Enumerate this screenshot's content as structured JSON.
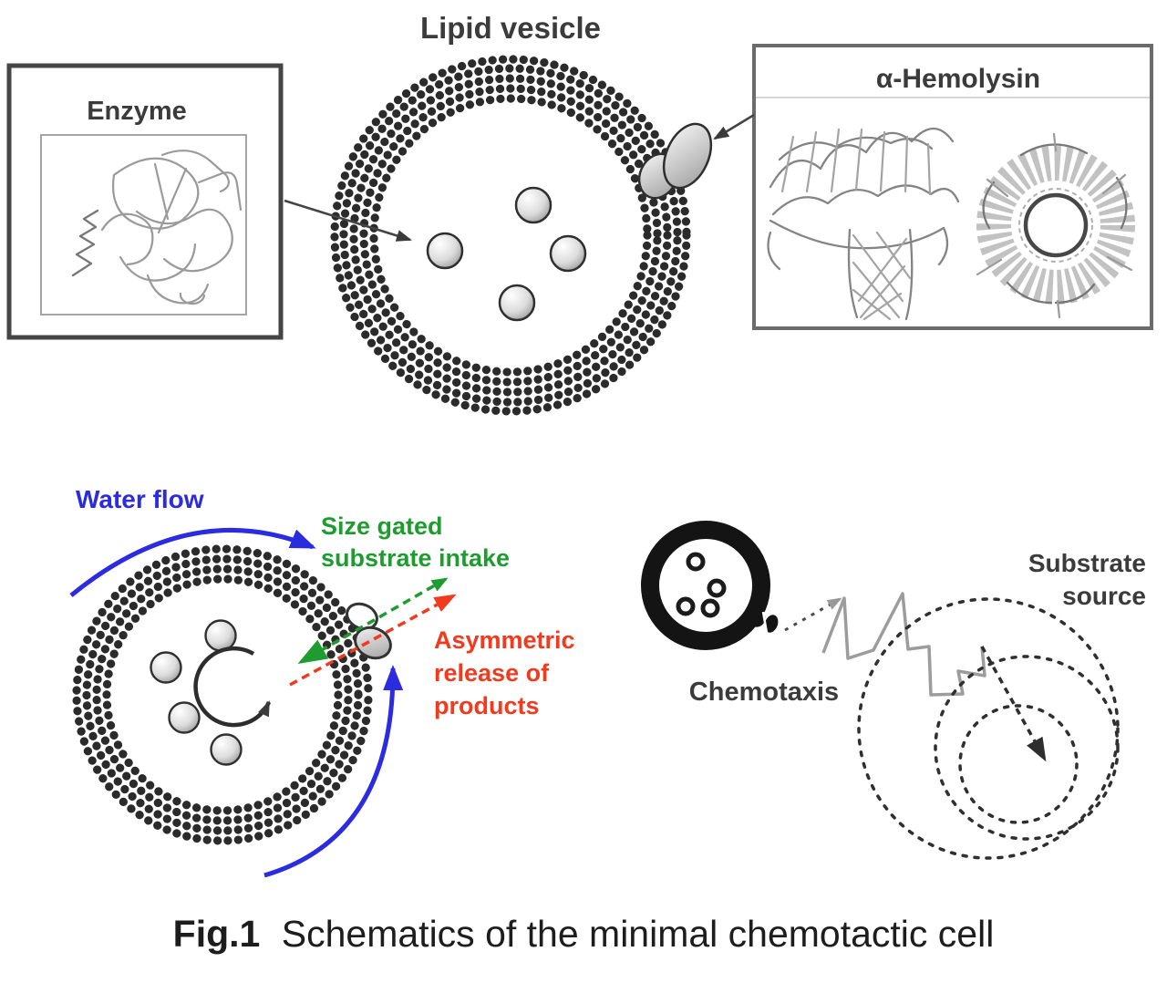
{
  "top_section": {
    "lipid_vesicle_label": "Lipid vesicle",
    "enzyme_title": "Enzyme",
    "hemolysin_title": "α-Hemolysin"
  },
  "bottom_left_section": {
    "water_flow_label": "Water flow",
    "intake_label_line1": "Size gated",
    "intake_label_line2": "substrate intake",
    "release_label_line1": "Asymmetric",
    "release_label_line2": "release of",
    "release_label_line3": "products"
  },
  "bottom_right_section": {
    "chemotaxis_label": "Chemotaxis",
    "substrate_label_line1": "Substrate",
    "substrate_label_line2": "source"
  },
  "caption": {
    "figure_number": "Fig.1",
    "text": "Schematics of the minimal chemotactic cell"
  },
  "colors": {
    "blue": "#2b2be0",
    "green": "#1f9c2f",
    "red": "#f23a1f",
    "dark_text": "#3b3b3b",
    "membrane": "#2b2b2b",
    "sketch_gray": "#9a9a9a"
  }
}
